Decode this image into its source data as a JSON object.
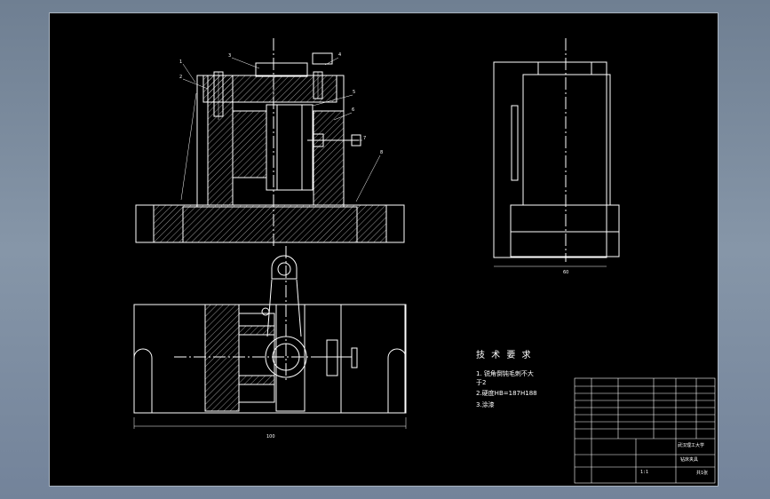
{
  "window": {
    "background_color": "#7b8ba0",
    "sheet_color": "#000000",
    "line_color": "#ffffff"
  },
  "technical_requirements": {
    "title": "技 术 要 求",
    "items": [
      "1. 锐角倒钝毛刺不大",
      "于2",
      "2.硬度HB=187H188",
      "3.涂漆"
    ]
  },
  "dimensions": {
    "bottom_width": "100",
    "side_height": "60"
  },
  "balloons": [
    "1",
    "2",
    "3",
    "4",
    "5",
    "6",
    "7",
    "8"
  ],
  "title_block": {
    "title": "钻床夹具",
    "company": "武汉理工大学",
    "scale": "1:1",
    "sheet": "共1张"
  }
}
